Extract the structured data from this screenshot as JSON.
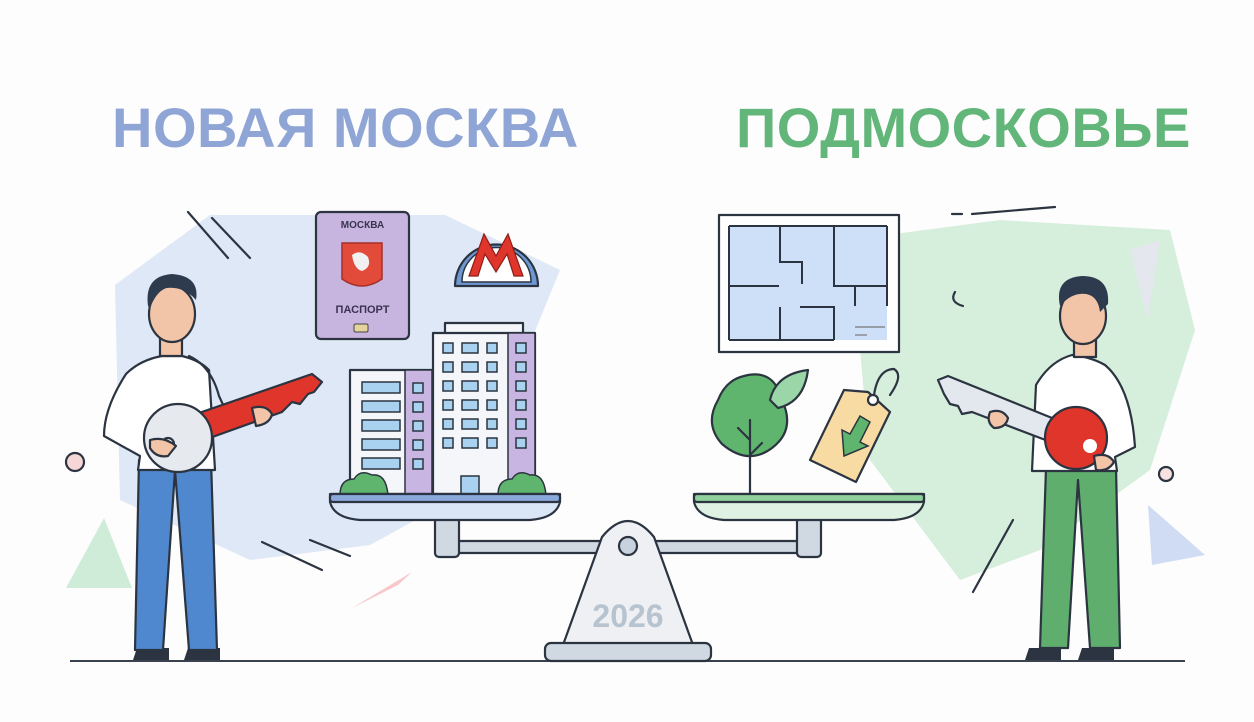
{
  "titles": {
    "left": "НОВАЯ МОСКВА",
    "right": "ПОДМОСКОВЬЕ"
  },
  "passport": {
    "city": "МОСКВА",
    "label": "ПАСПОРТ"
  },
  "metro": {
    "letter": "М"
  },
  "scale": {
    "year": "2026"
  },
  "colors": {
    "left_accent": "#8fa5d6",
    "right_accent": "#62b67a",
    "key_red": "#e0352b",
    "background": "#fdfdfd"
  },
  "icons": [
    "person-left-icon",
    "red-key-icon",
    "passport-icon",
    "metro-icon",
    "building-icon",
    "balance-scale-icon",
    "floor-plan-icon",
    "tree-icon",
    "price-tag-down-icon",
    "person-right-icon",
    "silver-key-icon"
  ]
}
